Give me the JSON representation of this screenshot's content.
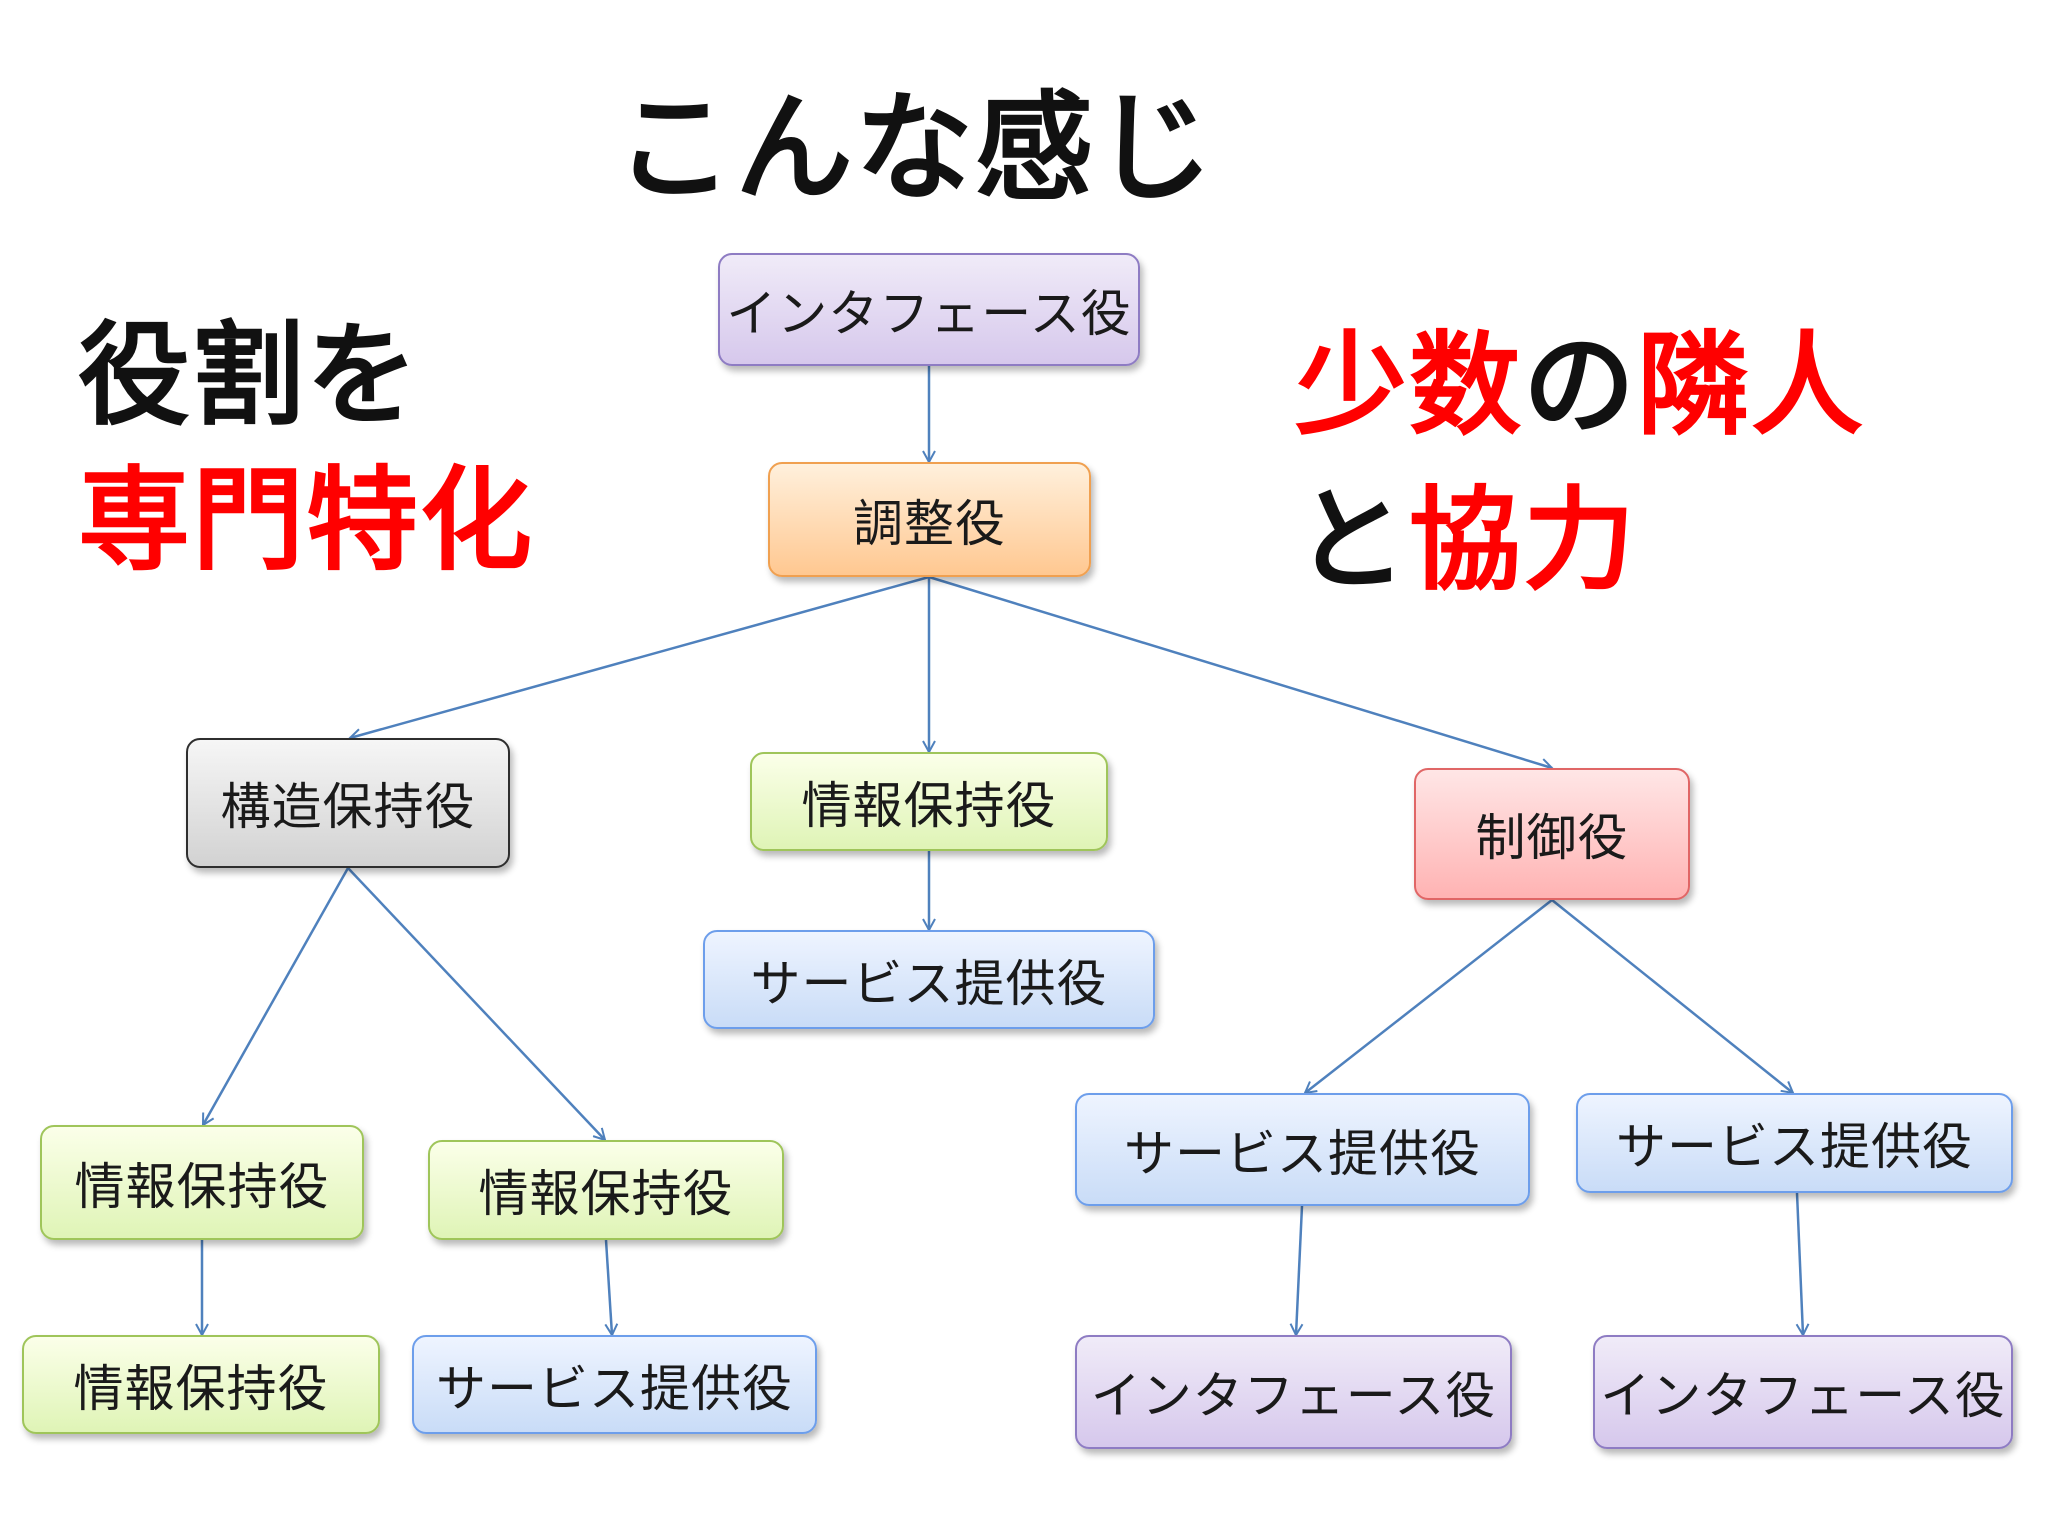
{
  "title": "こんな感じ",
  "left_heading": {
    "line1": "役割を",
    "line2": "専門特化"
  },
  "right_heading": {
    "line1_part1": "少数",
    "line1_part2": "の",
    "line1_part3": "隣人",
    "line2_part1": "と",
    "line2_part2": "協力"
  },
  "colors": {
    "accent_red": "#ff0000",
    "connector": "#4f81bd",
    "interface": "#d6c8ec",
    "coordinator": "#ffc891",
    "structurer": "#d2d2d2",
    "information": "#dff4b6",
    "controller": "#ffb3b3",
    "service": "#c9dcf7"
  },
  "nodes": {
    "root_interface": "インタフェース役",
    "coordinator": "調整役",
    "structurer": "構造保持役",
    "info_center": "情報保持役",
    "controller": "制御役",
    "service_center": "サービス提供役",
    "info_left_1": "情報保持役",
    "info_left_2": "情報保持役",
    "info_left_bottom": "情報保持役",
    "service_left_bottom": "サービス提供役",
    "service_right_1": "サービス提供役",
    "service_right_2": "サービス提供役",
    "interface_bottom_1": "インタフェース役",
    "interface_bottom_2": "インタフェース役"
  }
}
